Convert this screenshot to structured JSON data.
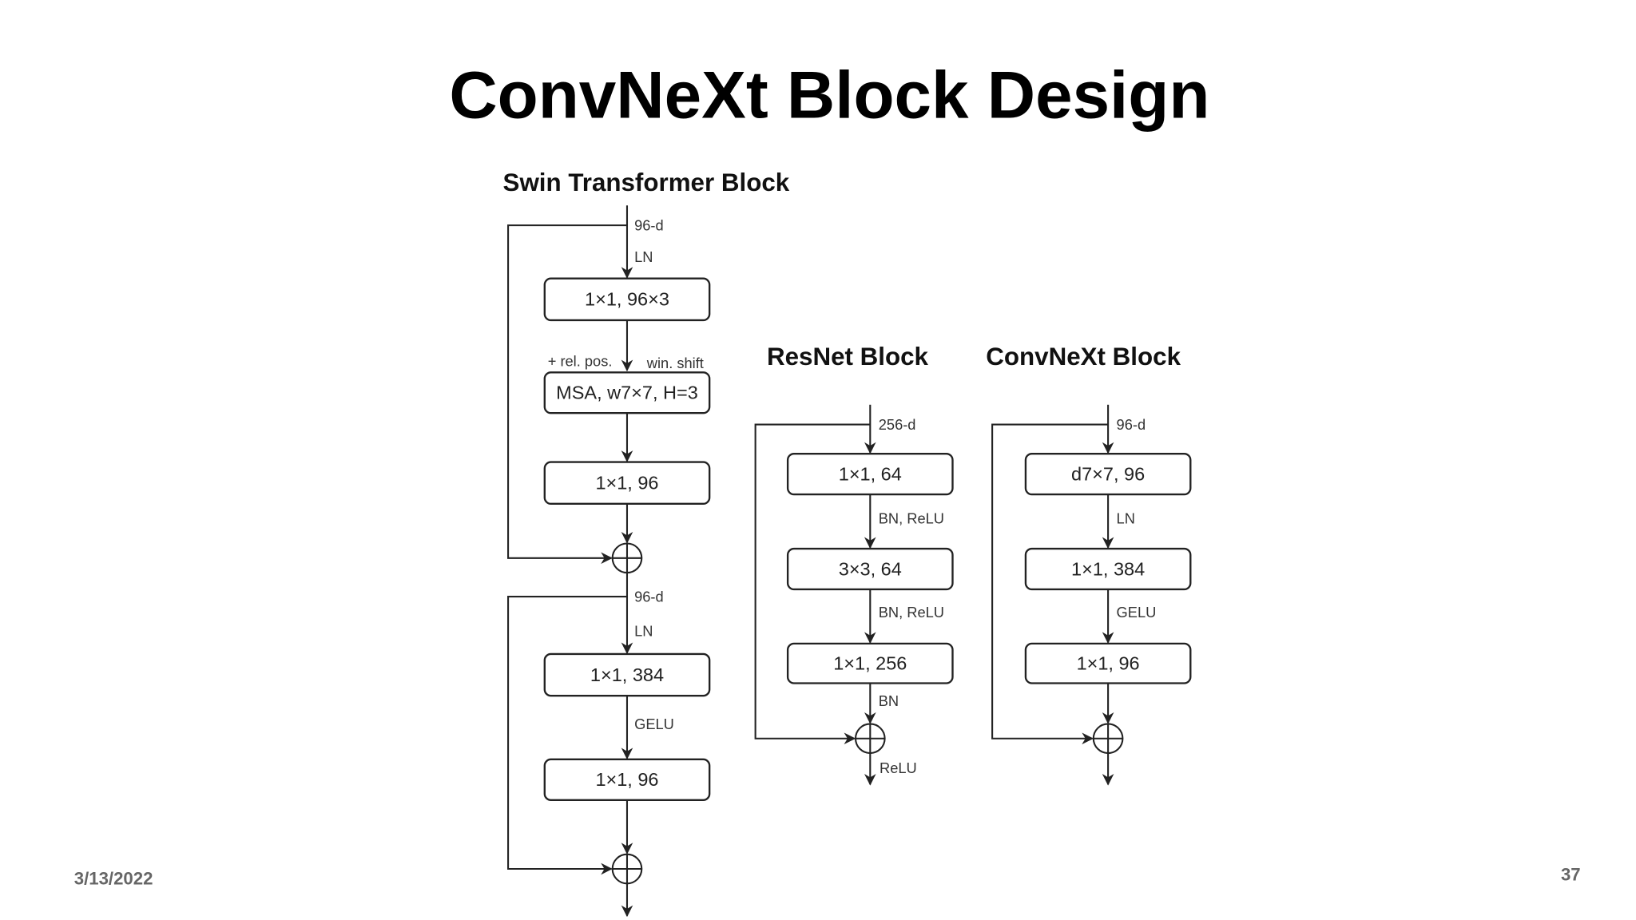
{
  "slide": {
    "title": "ConvNeXt Block Design",
    "date": "3/13/2022",
    "page_number": "37"
  },
  "blocks": {
    "swin": {
      "title": "Swin Transformer Block",
      "boxes": [
        "1×1, 96×3",
        "MSA, w7×7, H=3",
        "1×1, 96",
        "1×1, 384",
        "1×1, 96"
      ],
      "labels": [
        "96-d",
        "LN",
        "+ rel. pos.",
        "win. shift",
        "96-d",
        "LN",
        "GELU"
      ]
    },
    "resnet": {
      "title": "ResNet Block",
      "boxes": [
        "1×1, 64",
        "3×3, 64",
        "1×1, 256"
      ],
      "labels": [
        "256-d",
        "BN, ReLU",
        "BN, ReLU",
        "BN",
        "ReLU"
      ]
    },
    "convnext": {
      "title": "ConvNeXt Block",
      "boxes": [
        "d7×7, 96",
        "1×1, 384",
        "1×1, 96"
      ],
      "labels": [
        "96-d",
        "LN",
        "GELU"
      ]
    }
  }
}
